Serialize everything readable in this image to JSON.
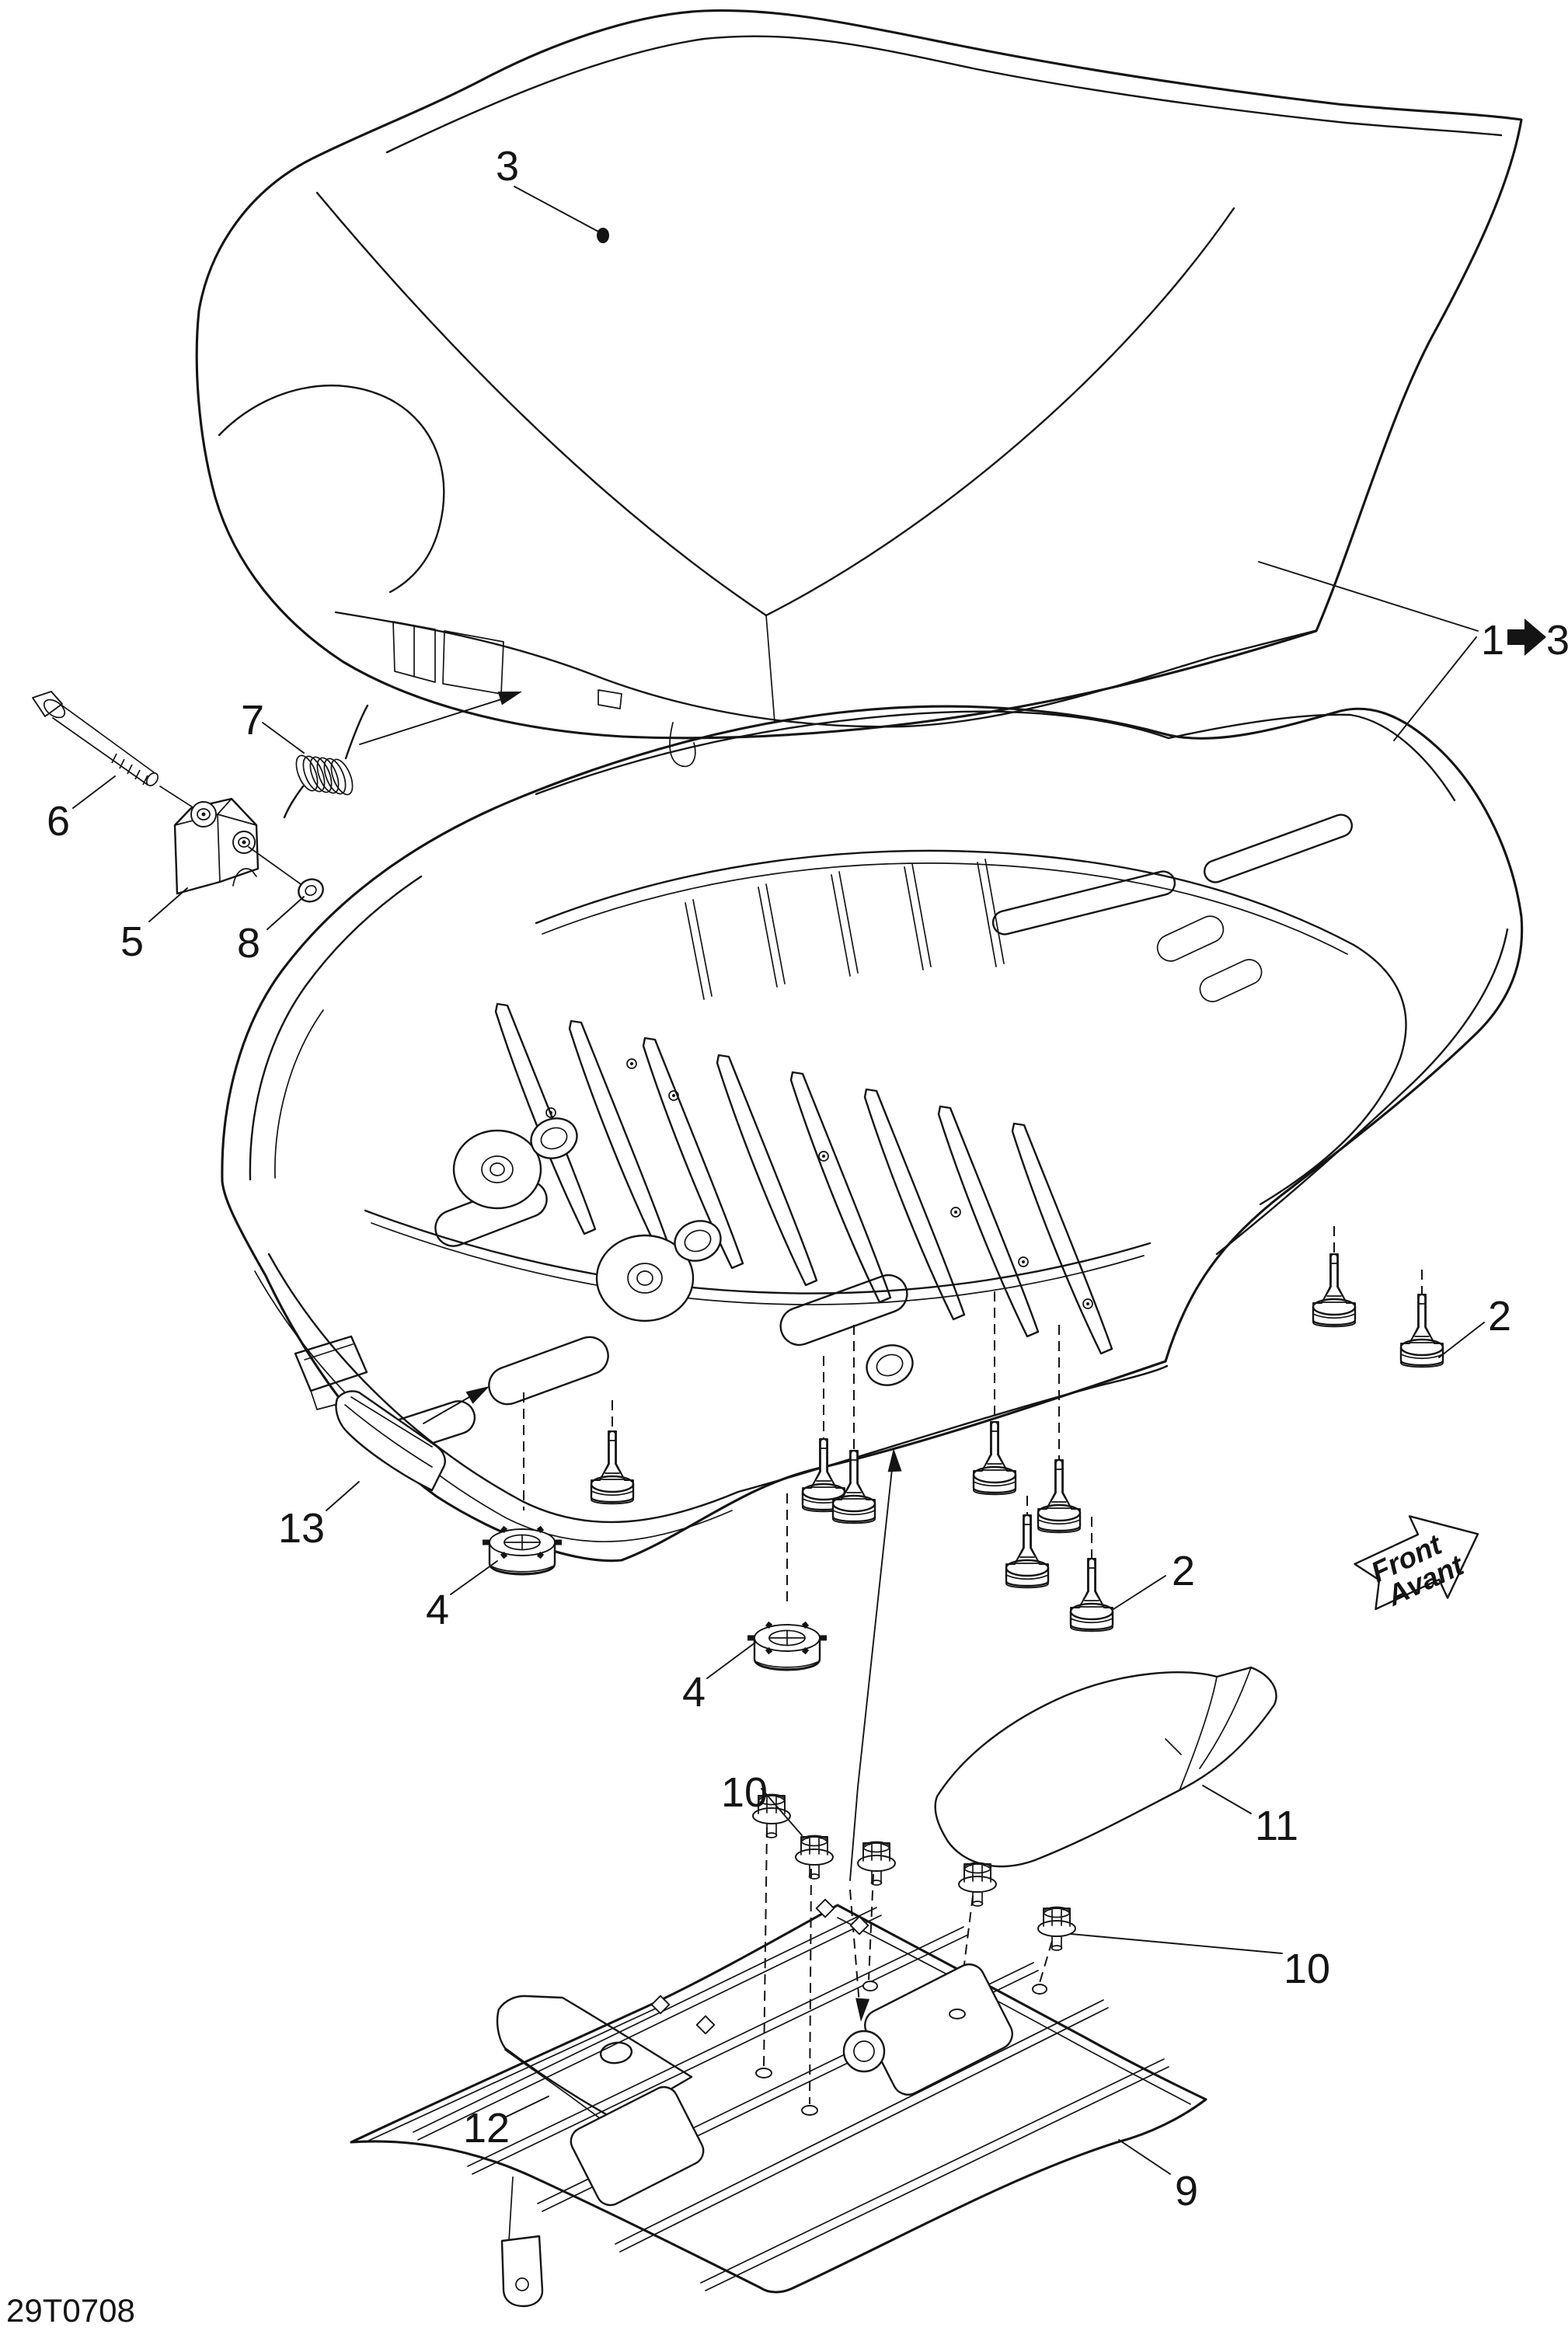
{
  "page": {
    "background": "#ffffff",
    "ink": "#141414"
  },
  "footer": {
    "doc_code": "29T0708"
  },
  "direction_indicator": {
    "icon": "front-direction-arrow",
    "line1": "Front",
    "line2": "Avant"
  },
  "callouts": {
    "seat": {
      "label": "3"
    },
    "seat_assembly": {
      "from": "1",
      "to": "3",
      "icon": "arrow-right-icon"
    },
    "bracket": {
      "label": "5"
    },
    "bolt": {
      "label": "6"
    },
    "spring": {
      "label": "7"
    },
    "washer": {
      "label": "8"
    },
    "push_pin_right": {
      "label": "2"
    },
    "push_pin_left": {
      "label": "2"
    },
    "lock_nut_front": {
      "label": "4"
    },
    "lock_nut_rear": {
      "label": "4"
    },
    "base_plate": {
      "label": "9"
    },
    "flange_nut_left": {
      "label": "10"
    },
    "flange_nut_right": {
      "label": "10"
    },
    "deflector": {
      "label": "11"
    },
    "pad": {
      "label": "12"
    },
    "cover": {
      "label": "13"
    }
  }
}
